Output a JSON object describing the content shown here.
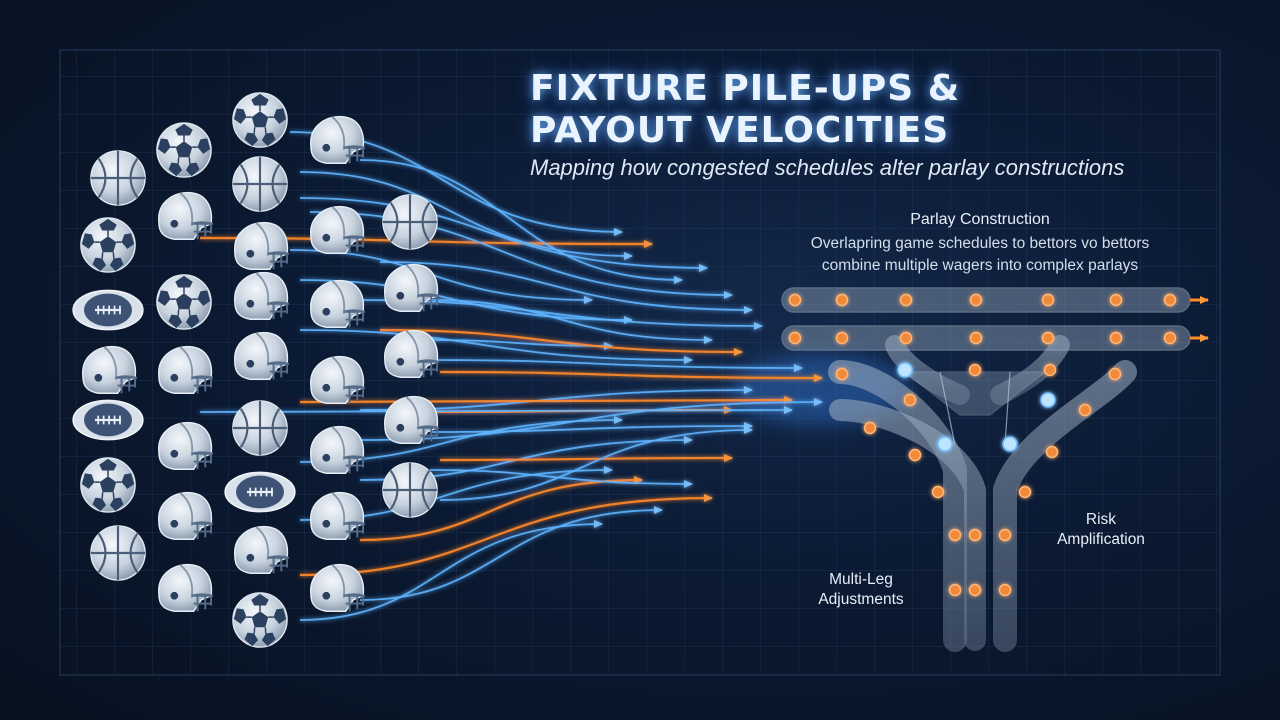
{
  "header": {
    "title_line1": "FIXTURE PILE-UPS &",
    "title_line2": "PAYOUT VELOCITIES",
    "subtitle": "Mapping how congested schedules alter parlay constructions"
  },
  "parlay": {
    "title": "Parlay Construction",
    "desc_line1": "Overlapring game schedules to bettors vo bettors",
    "desc_line2": "combine multiple wagers into complex parlays"
  },
  "labels": {
    "risk_line1": "Risk",
    "risk_line2": "Amplification",
    "multi_line1": "Multi-Leg",
    "multi_line2": "Adjustments"
  },
  "colors": {
    "background": "#0b1a33",
    "blue_flow": "#5fb4ff",
    "orange_flow": "#ff8a2a",
    "node_orange": "#f08a3a",
    "node_blue": "#bfe4ff",
    "pipe": "#8fa2b8"
  },
  "icons": [
    "basketball-icon",
    "soccer-ball-icon",
    "football-icon",
    "football-helmet-icon"
  ]
}
